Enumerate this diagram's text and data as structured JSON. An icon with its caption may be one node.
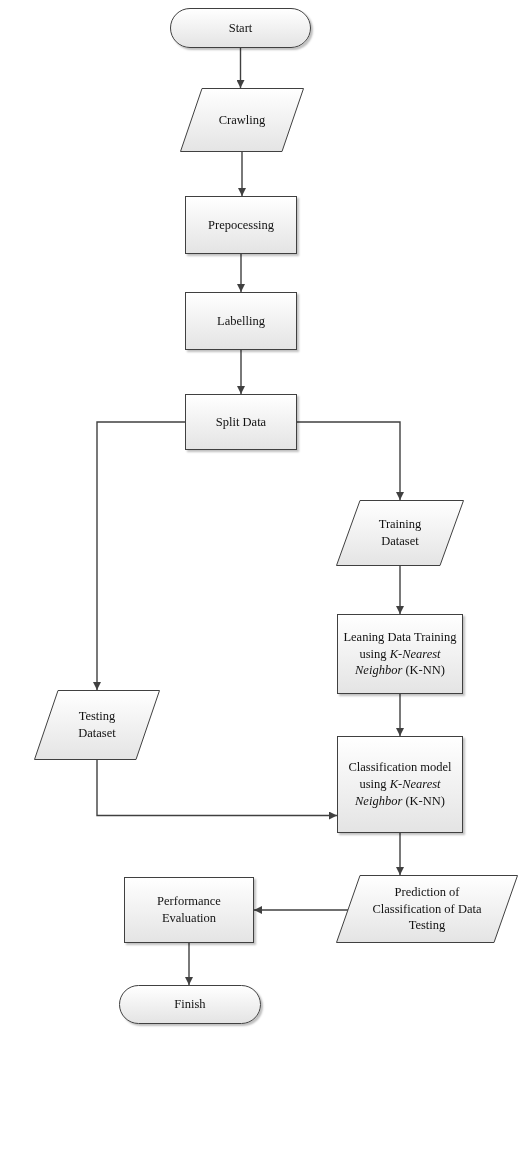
{
  "diagram": {
    "nodes": [
      {
        "text": [
          "Start"
        ]
      },
      {
        "text": [
          "Crawling"
        ]
      },
      {
        "text": [
          "Prepocessing"
        ]
      },
      {
        "text": [
          "Labelling"
        ]
      },
      {
        "text": [
          "Split Data"
        ]
      },
      {
        "text": [
          "Training Dataset"
        ]
      },
      {
        "text": [
          "Testing Dataset"
        ]
      },
      {
        "text": [
          "Leaning Data Training using *K-Nearest Neighbor* (K-NN)"
        ]
      },
      {
        "text": [
          "Classification model using *K-Nearest Neighbor* (K-NN)"
        ]
      },
      {
        "text": [
          "Prediction of Classification of Data Testing"
        ]
      },
      {
        "text": [
          "Performance Evaluation"
        ]
      },
      {
        "text": [
          "Finish"
        ]
      }
    ],
    "edges": [
      {
        "from": 0,
        "to": 1,
        "arrow": "to"
      },
      {
        "from": 1,
        "to": 2,
        "arrow": "to"
      },
      {
        "from": 2,
        "to": 3,
        "arrow": "to"
      },
      {
        "from": 3,
        "to": 4,
        "arrow": "to"
      },
      {
        "from": 4,
        "to": 5,
        "arrow": "to"
      },
      {
        "from": 4,
        "to": 6,
        "arrow": "to"
      },
      {
        "from": 5,
        "to": 7,
        "arrow": "to"
      },
      {
        "from": 7,
        "to": 8,
        "arrow": "to"
      },
      {
        "from": 6,
        "to": 8,
        "arrow": "to"
      },
      {
        "from": 8,
        "to": 9,
        "arrow": "to"
      },
      {
        "from": 9,
        "to": 10,
        "arrow": "to"
      },
      {
        "from": 10,
        "to": 11,
        "arrow": "to"
      }
    ]
  }
}
